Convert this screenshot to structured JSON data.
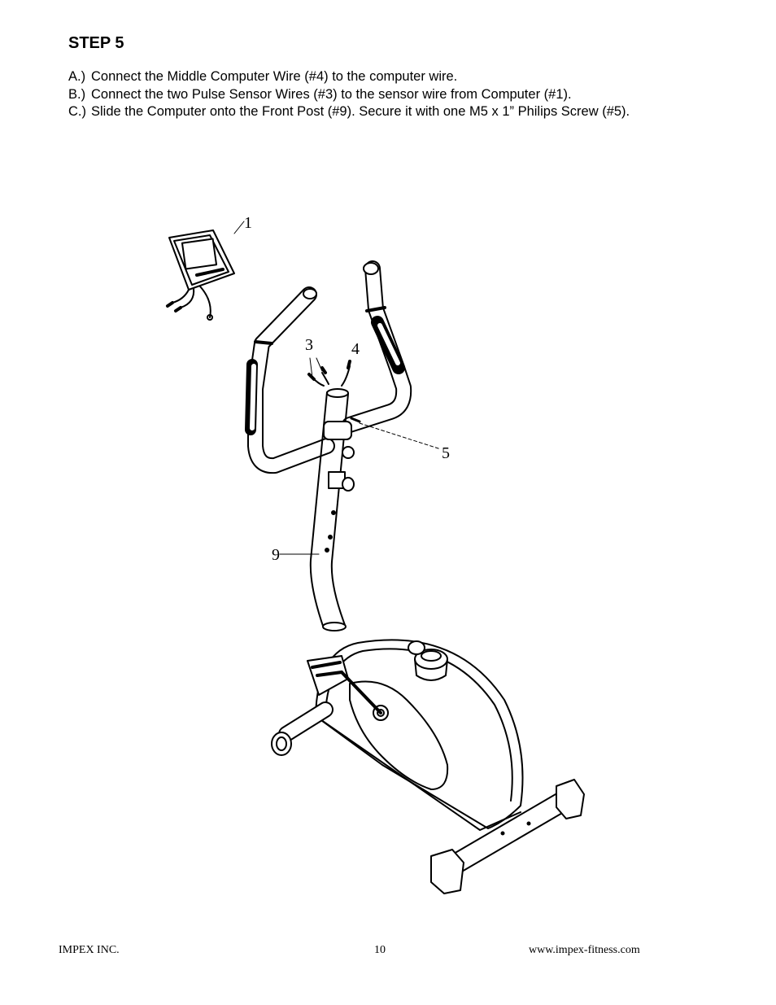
{
  "step": {
    "title": "STEP 5"
  },
  "instructions": [
    {
      "marker": "A.)",
      "text": "Connect the Middle Computer Wire (#4) to the computer wire."
    },
    {
      "marker": "B.)",
      "text": "Connect the two Pulse Sensor Wires (#3) to the sensor wire from Computer (#1)."
    },
    {
      "marker": "C.)",
      "text": "Slide the Computer onto the Front Post (#9). Secure it with one M5 x 1” Philips Screw (#5)."
    }
  ],
  "diagram": {
    "callouts": {
      "computer": "1",
      "pulse_wires": "3",
      "computer_wire": "4",
      "screw": "5",
      "front_post": "9"
    }
  },
  "footer": {
    "company": "IMPEX INC.",
    "page": "10",
    "website": "www.impex-fitness.com"
  }
}
